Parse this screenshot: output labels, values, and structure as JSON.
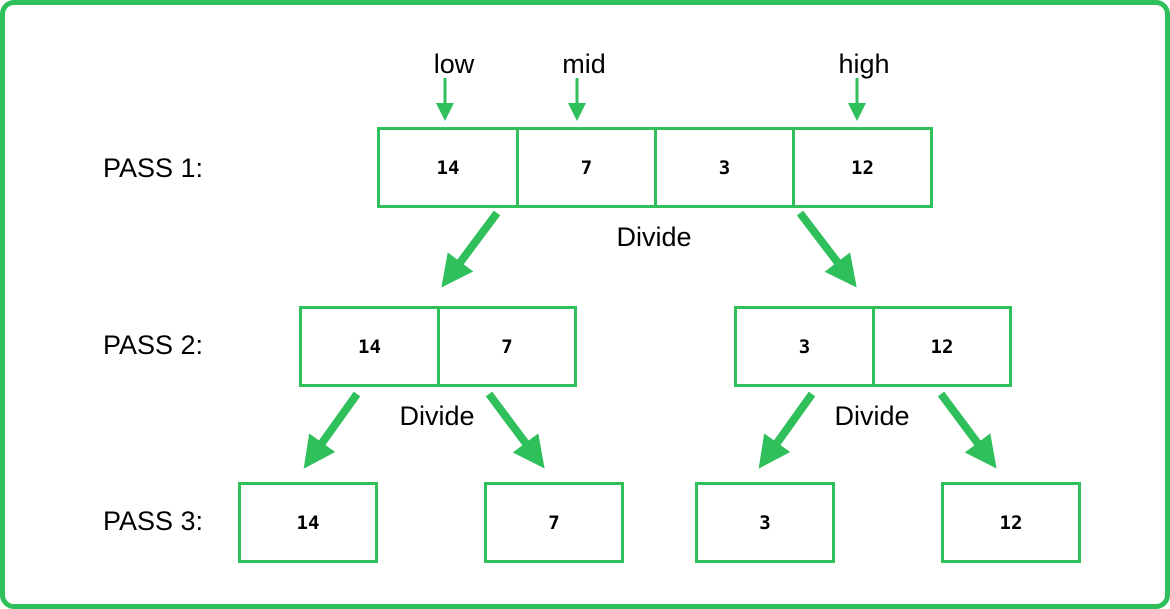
{
  "diagram": {
    "accent_color": "#2fbf5b",
    "pointers": {
      "low": "low",
      "mid": "mid",
      "high": "high"
    },
    "divide_label": "Divide",
    "passes": [
      {
        "label": "PASS 1:",
        "groups": [
          [
            "14",
            "7",
            "3",
            "12"
          ]
        ]
      },
      {
        "label": "PASS 2:",
        "groups": [
          [
            "14",
            "7"
          ],
          [
            "3",
            "12"
          ]
        ]
      },
      {
        "label": "PASS 3:",
        "groups": [
          [
            "14"
          ],
          [
            "7"
          ],
          [
            "3"
          ],
          [
            "12"
          ]
        ]
      }
    ]
  }
}
